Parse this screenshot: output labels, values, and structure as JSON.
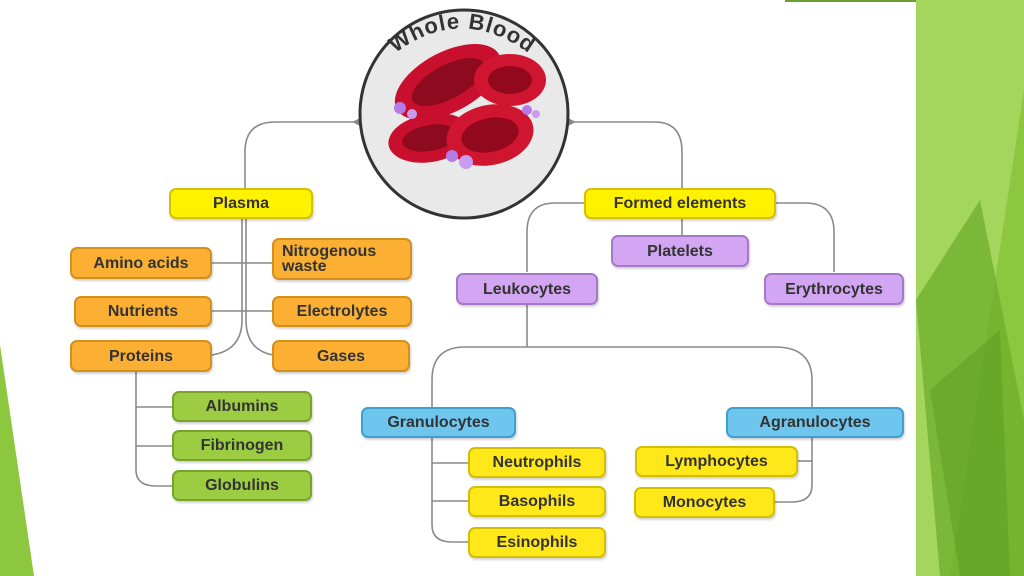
{
  "title": "Whole Blood",
  "nodes": {
    "plasma": "Plasma",
    "formed_elements": "Formed elements",
    "amino_acids": "Amino acids",
    "nitrogenous_waste": "Nitrogenous waste",
    "nutrients": "Nutrients",
    "electrolytes": "Electrolytes",
    "proteins": "Proteins",
    "gases": "Gases",
    "albumins": "Albumins",
    "fibrinogen": "Fibrinogen",
    "globulins": "Globulins",
    "platelets": "Platelets",
    "leukocytes": "Leukocytes",
    "erythrocytes": "Erythrocytes",
    "granulocytes": "Granulocytes",
    "agranulocytes": "Agranulocytes",
    "neutrophils": "Neutrophils",
    "basophils": "Basophils",
    "esinophils": "Esinophils",
    "lymphocytes": "Lymphocytes",
    "monocytes": "Monocytes"
  },
  "colors": {
    "yellow": "#fff200",
    "orange": "#fbb034",
    "green": "#9ccc42",
    "purple": "#d2a6f2",
    "blue": "#6ec5ee",
    "connector": "#8a8a8a",
    "slide_accent_green": "#8dc63f"
  },
  "illustration": "red-blood-cells-icon"
}
